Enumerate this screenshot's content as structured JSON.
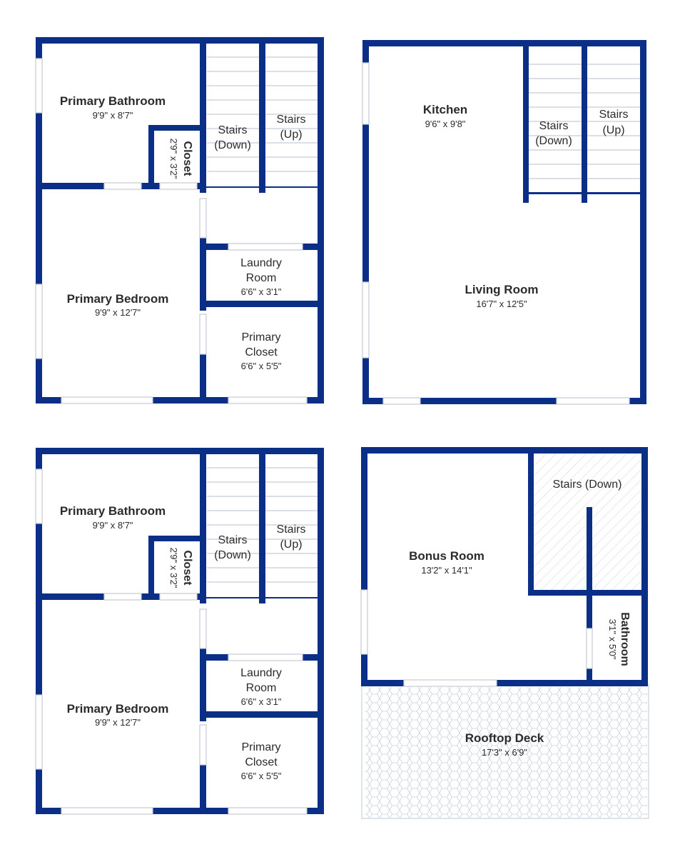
{
  "colors": {
    "wall": "#0b2f86",
    "floor": "#ffffff",
    "stair_line": "#c5ccd6",
    "window": "#dfe3e8",
    "label": "#2b2b2b",
    "deck_pattern": "#c9d2de",
    "hatch": "#d5dbe3"
  },
  "floors": [
    {
      "rooms": {
        "primary_bathroom": {
          "name": "Primary Bathroom",
          "dims": "9'9\" x 8'7\""
        },
        "closet": {
          "name": "Closet",
          "dims": "2'9\" x 3'2\""
        },
        "stairs_down": {
          "name": "Stairs (Down)",
          "line1": "Stairs",
          "line2": "(Down)"
        },
        "stairs_up": {
          "name": "Stairs (Up)",
          "line1": "Stairs",
          "line2": "(Up)"
        },
        "primary_bedroom": {
          "name": "Primary Bedroom",
          "dims": "9'9\" x 12'7\""
        },
        "laundry_room": {
          "line1": "Laundry",
          "line2": "Room",
          "dims": "6'6\" x 3'1\""
        },
        "primary_closet": {
          "line1": "Primary",
          "line2": "Closet",
          "dims": "6'6\" x 5'5\""
        }
      }
    },
    {
      "rooms": {
        "kitchen": {
          "name": "Kitchen",
          "dims": "9'6\" x 9'8\""
        },
        "stairs_down": {
          "line1": "Stairs",
          "line2": "(Down)"
        },
        "stairs_up": {
          "line1": "Stairs",
          "line2": "(Up)"
        },
        "living_room": {
          "name": "Living Room",
          "dims": "16'7\" x 12'5\""
        }
      }
    },
    {
      "rooms": {
        "primary_bathroom": {
          "name": "Primary Bathroom",
          "dims": "9'9\" x 8'7\""
        },
        "closet": {
          "name": "Closet",
          "dims": "2'9\" x 3'2\""
        },
        "stairs_down": {
          "line1": "Stairs",
          "line2": "(Down)"
        },
        "stairs_up": {
          "line1": "Stairs",
          "line2": "(Up)"
        },
        "primary_bedroom": {
          "name": "Primary Bedroom",
          "dims": "9'9\" x 12'7\""
        },
        "laundry_room": {
          "line1": "Laundry",
          "line2": "Room",
          "dims": "6'6\" x 3'1\""
        },
        "primary_closet": {
          "line1": "Primary",
          "line2": "Closet",
          "dims": "6'6\" x 5'5\""
        }
      }
    },
    {
      "rooms": {
        "bonus_room": {
          "name": "Bonus Room",
          "dims": "13'2\" x 14'1\""
        },
        "stairs_down": {
          "name": "Stairs (Down)"
        },
        "bathroom": {
          "name": "Bathroom",
          "dims": "3'1\" x 5'0\""
        },
        "rooftop_deck": {
          "name": "Rooftop Deck",
          "dims": "17'3\" x 6'9\""
        }
      }
    }
  ]
}
